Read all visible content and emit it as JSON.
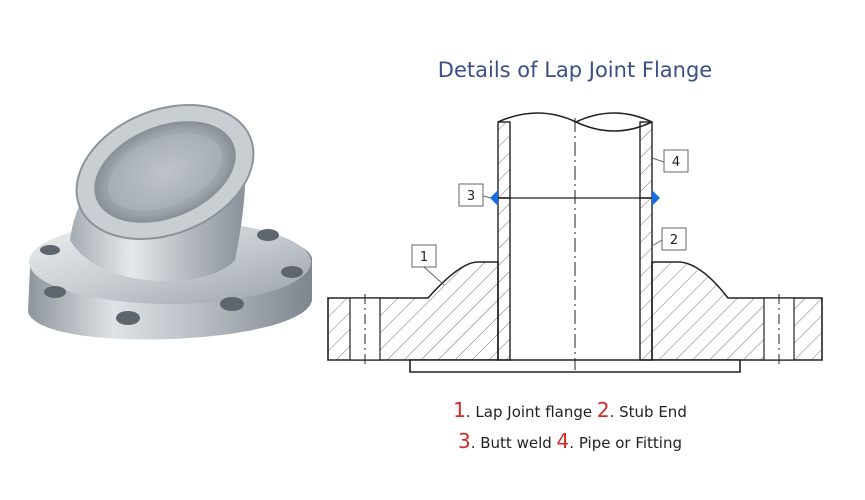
{
  "title": "Details of Lap Joint Flange",
  "callouts": {
    "c1": "1",
    "c2": "2",
    "c3": "3",
    "c4": "4"
  },
  "legend": [
    {
      "num": "1",
      "label": ". Lap Joint flange "
    },
    {
      "num": "2",
      "label": ". Stub End"
    },
    {
      "num": "3",
      "label": ". Butt weld "
    },
    {
      "num": "4",
      "label": ". Pipe or Fitting"
    }
  ],
  "colors": {
    "title": "#3b4f86",
    "number": "#d12a2a",
    "weld": "#1a6fe0"
  }
}
